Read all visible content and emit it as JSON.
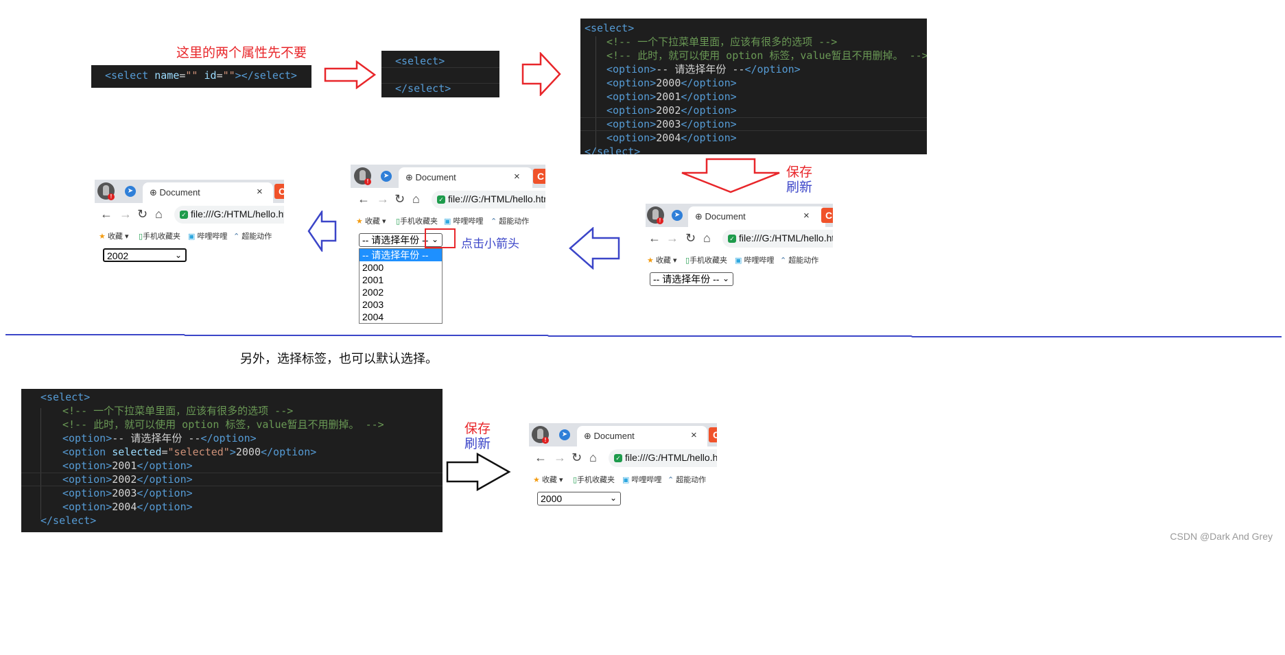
{
  "step1": {
    "note": "这里的两个属性先不要",
    "code": "<select name=\"\" id=\"\"></select>"
  },
  "step2": {
    "line1": "<select>",
    "line2": "</select>"
  },
  "step3": {
    "lines": [
      "<select>",
      "<!-- 一个下拉菜单里面，应该有很多的选项 -->",
      "<!-- 此时，就可以使用 option 标签，value暂且不用删掉。 -->",
      "-- 请选择年份 --",
      "2000",
      "2001",
      "2002",
      "2003",
      "2004",
      "</select>"
    ]
  },
  "save_refresh": {
    "save": "保存",
    "refresh": "刷新"
  },
  "browser": {
    "tab_title": "Document",
    "tab_close": "×",
    "url": "file:///G:/HTML/hello.html",
    "bookmarks": [
      "收藏",
      "手机收藏夹",
      "哔哩哔哩",
      "超能动作"
    ],
    "c_tab": "C"
  },
  "browser_right": {
    "select_value": "-- 请选择年份 --"
  },
  "browser_middle": {
    "select_value": "-- 请选择年份 --",
    "note": "点击小箭头",
    "options": [
      "-- 请选择年份 --",
      "2000",
      "2001",
      "2002",
      "2003",
      "2004"
    ]
  },
  "browser_left": {
    "select_value": "2002"
  },
  "divider_note": "另外，选择标签，也可以默认选择。",
  "bottom_code": {
    "lines": [
      "<select>",
      "<!-- 一个下拉菜单里面，应该有很多的选项 -->",
      "<!-- 此时，就可以使用 option 标签，value暂且不用删掉。 -->",
      "-- 请选择年份 --",
      "2000",
      "2001",
      "2002",
      "2003",
      "2004",
      "</select>"
    ],
    "selected_attr": "selected",
    "selected_val": "\"selected\""
  },
  "browser_bottom": {
    "select_value": "2000"
  },
  "watermark": "CSDN @Dark And Grey",
  "colors": {
    "red": "#e8262a",
    "blue": "#3b45c8",
    "code_bg": "#1e1e1e",
    "divider": "#3b45c8"
  }
}
